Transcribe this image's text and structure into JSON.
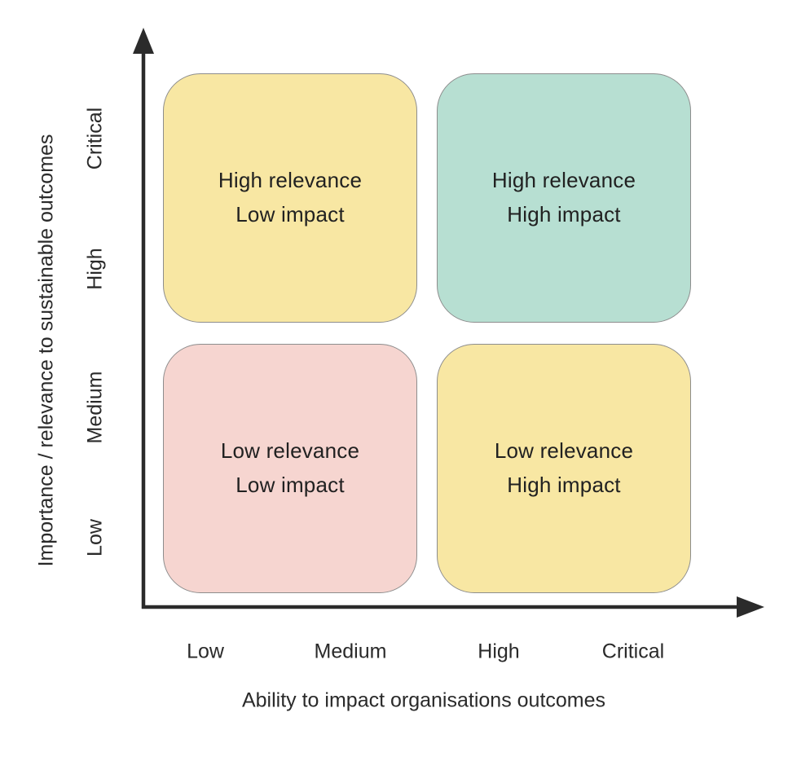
{
  "diagram": {
    "type": "quadrant-matrix",
    "y_axis": {
      "label": "Importance / relevance to sustainable outcomes",
      "ticks": [
        "Critical",
        "High",
        "Medium",
        "Low"
      ]
    },
    "x_axis": {
      "label": "Ability to impact organisations outcomes",
      "ticks": [
        "Low",
        "Medium",
        "High",
        "Critical"
      ]
    },
    "quadrants": {
      "top_left": {
        "line1": "High relevance",
        "line2": "Low impact",
        "color": "#F8E7A3"
      },
      "top_right": {
        "line1": "High relevance",
        "line2": "High impact",
        "color": "#B7DFD2"
      },
      "bottom_left": {
        "line1": "Low relevance",
        "line2": "Low impact",
        "color": "#F6D5D0"
      },
      "bottom_right": {
        "line1": "Low relevance",
        "line2": "High impact",
        "color": "#F8E7A3"
      }
    },
    "colors": {
      "axis": "#2b2b2b",
      "quadrant_border": "#8d8d8d",
      "text": "#212121",
      "background": "#ffffff"
    }
  }
}
